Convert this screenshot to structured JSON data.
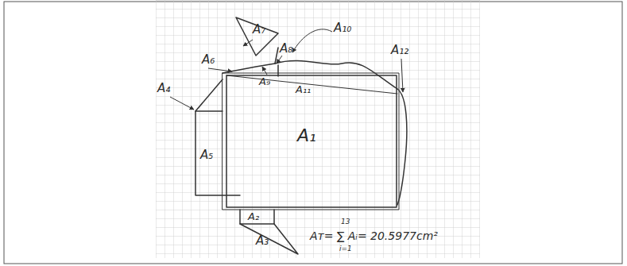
{
  "diagram": {
    "labels": [
      "A₇",
      "A₈",
      "A₁₀",
      "A₆",
      "A₁₁",
      "A₉",
      "A₁₂",
      "A₄",
      "A₁",
      "A₅",
      "A₂",
      "A₃",
      "Aᴛ= ∑ Aᵢ= 20.5977cm²",
      "13",
      "i=1"
    ]
  }
}
